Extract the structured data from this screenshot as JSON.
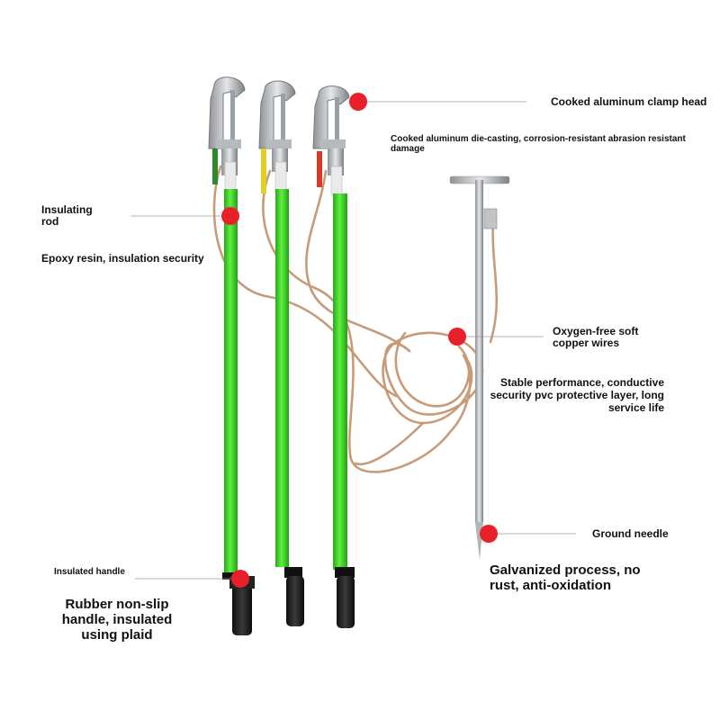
{
  "labels": {
    "clamp_head": "Cooked aluminum clamp head",
    "clamp_desc": "Cooked aluminum die-casting, corrosion-resistant abrasion resistant damage",
    "rod_title": "Insulating rod",
    "rod_desc": "Epoxy resin, insulation security",
    "wire_title": "Oxygen-free soft copper wires",
    "wire_desc": "Stable performance, conductive security pvc protective layer, long service life",
    "needle_title": "Ground needle",
    "needle_desc": "Galvanized process, no rust, anti-oxidation",
    "handle_title": "Insulated handle",
    "handle_desc": "Rubber non-slip handle, insulated using plaid"
  },
  "colors": {
    "rod_green": "#3fd62a",
    "marker_red": "#e8202a",
    "copper": "#c89a78",
    "handle_black": "#1e1e1e",
    "steel": "#c8ccd0"
  }
}
